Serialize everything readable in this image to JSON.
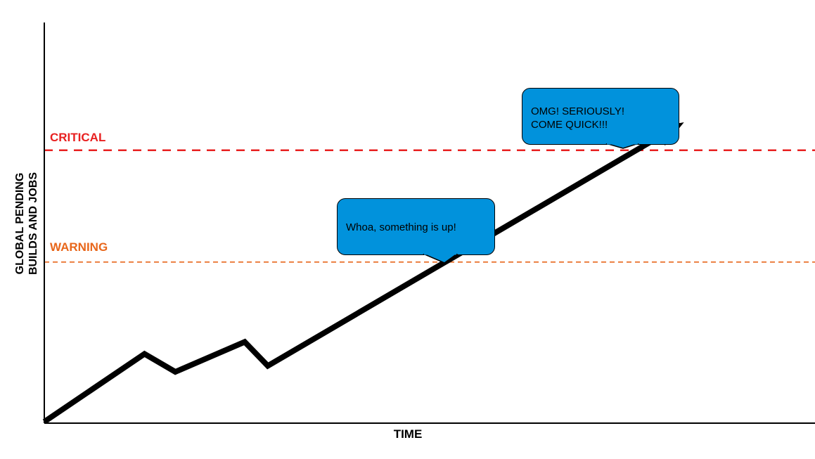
{
  "chart_data": {
    "type": "line",
    "title": "",
    "xlabel": "TIME",
    "ylabel_lines": [
      "GLOBAL PENDING",
      "BUILDS AND JOBS"
    ],
    "xlim": [
      0,
      100
    ],
    "ylim": [
      0,
      100
    ],
    "grid": false,
    "series": [
      {
        "x": [
          0,
          13,
          17,
          26,
          29,
          83
        ],
        "y": [
          0,
          17,
          12.5,
          20,
          14,
          75
        ]
      }
    ],
    "thresholds": [
      {
        "label": "CRITICAL",
        "y": 68,
        "color": "#e82020",
        "style": "dashed"
      },
      {
        "label": "WARNING",
        "y": 40,
        "color": "#e8661a",
        "style": "dashed"
      }
    ],
    "annotations": [
      {
        "lines": [
          "Whoa, something is up!"
        ],
        "x": 52,
        "y": 41
      },
      {
        "lines": [
          "OMG! SERIOUSLY!",
          "COME QUICK!!!"
        ],
        "x": 76,
        "y": 69
      }
    ]
  },
  "colors": {
    "axis": "#000000",
    "line": "#000000",
    "callout_fill": "#0192dc"
  }
}
